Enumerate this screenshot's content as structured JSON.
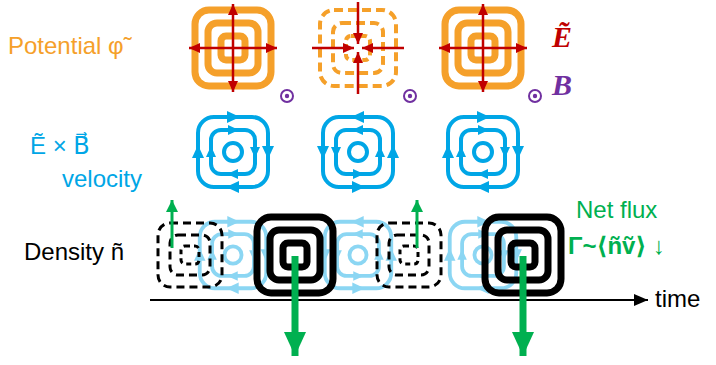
{
  "diagram": {
    "labels": [
      "Potential φ̃",
      "Ẽ",
      "B⃗",
      "Ẽ × B⃗",
      "velocity",
      "Density ñ",
      "Net flux",
      "Γ~⟨ñṽ⟩ ↓",
      "time"
    ]
  }
}
